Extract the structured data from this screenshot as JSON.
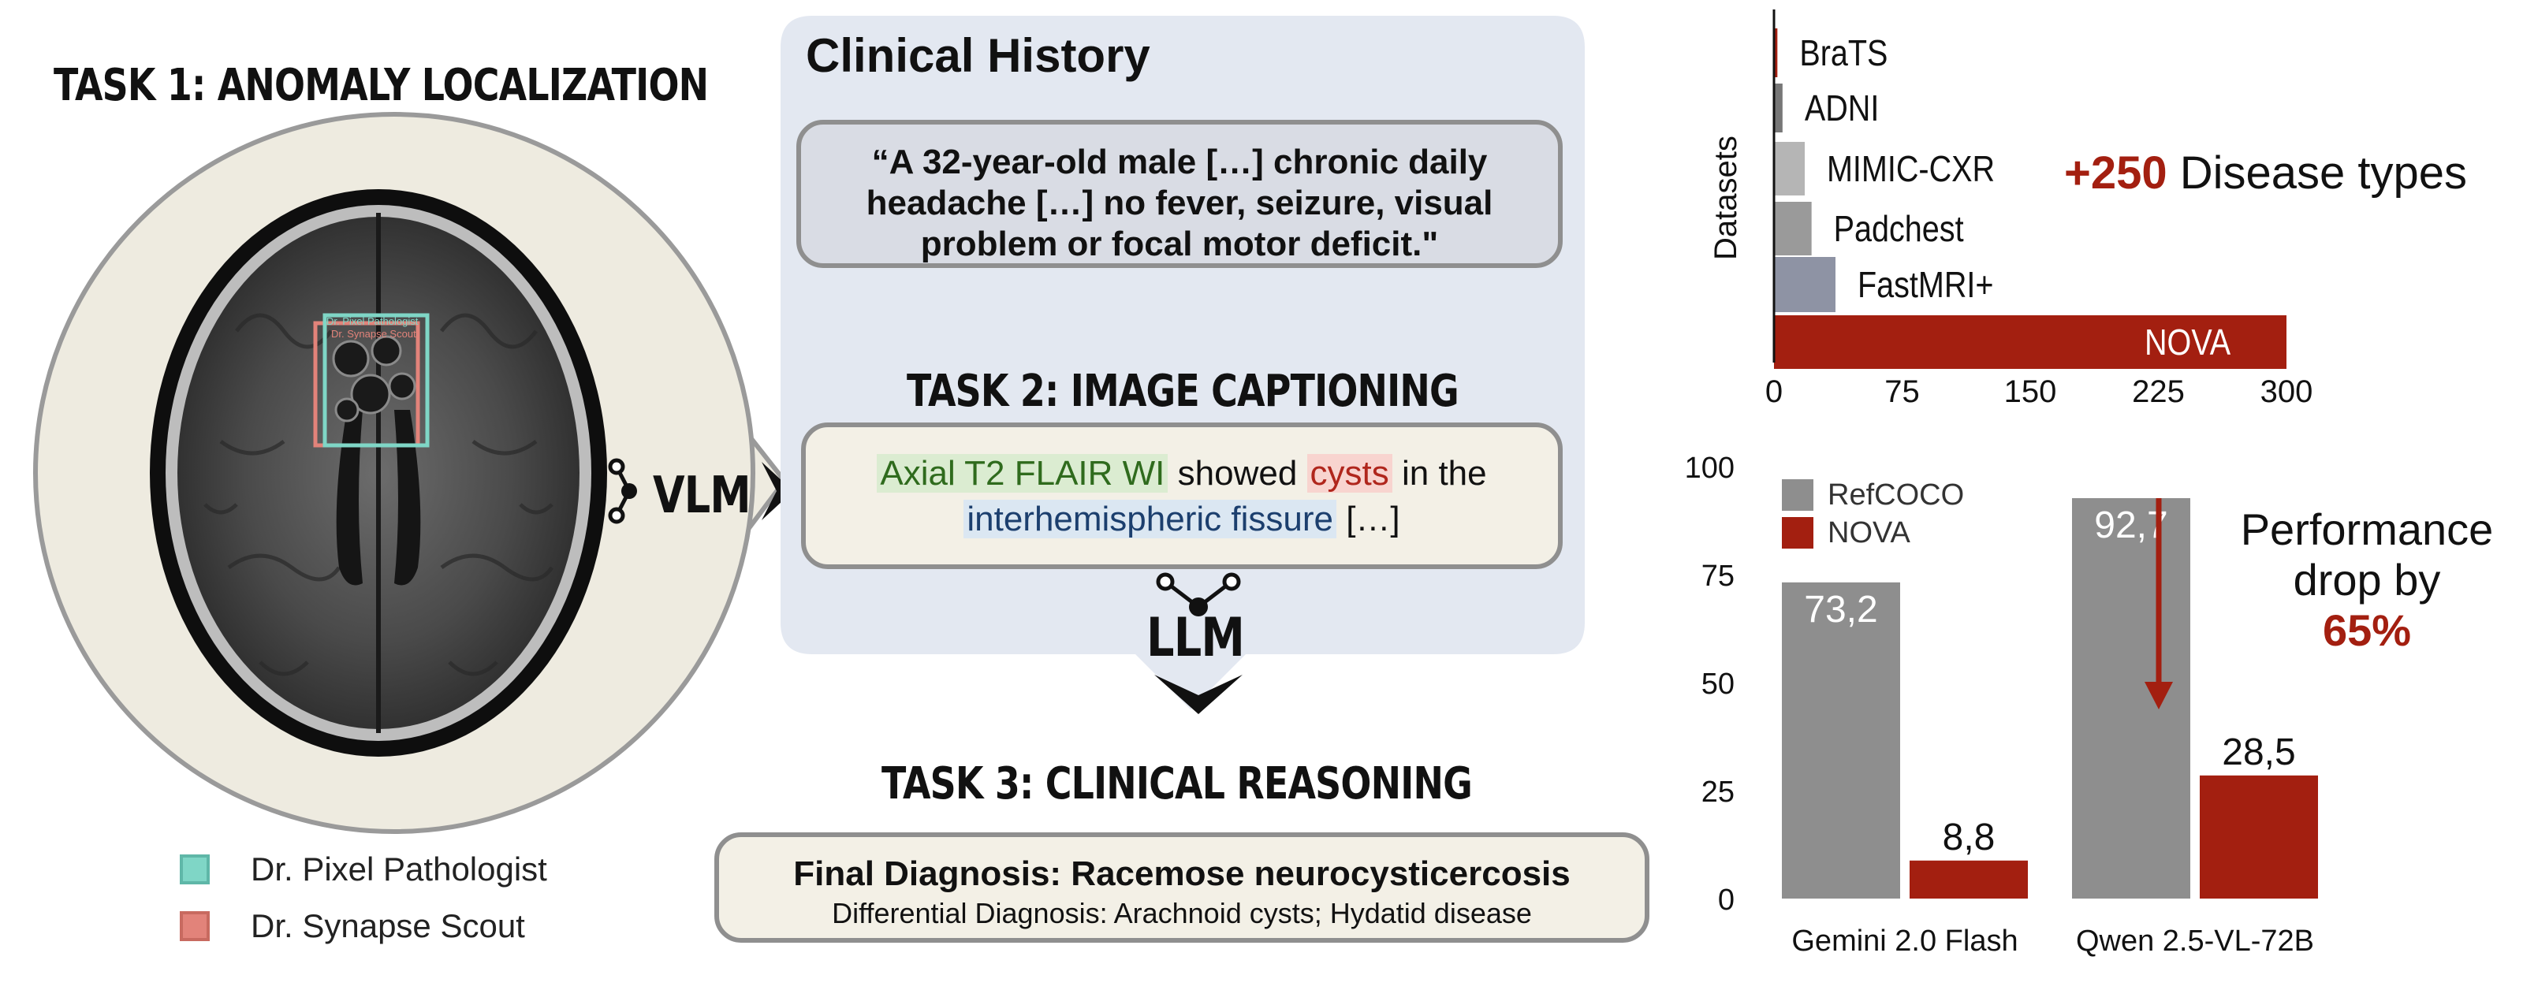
{
  "task1": {
    "num": "TASK 1:",
    "name": "ANOMALY LOCALIZATION"
  },
  "task2": {
    "num": "TASK 2:",
    "name": "IMAGE CAPTIONING"
  },
  "task3": {
    "num": "TASK 3:",
    "name": "CLINICAL REASONING"
  },
  "clinical_history": {
    "title": "Clinical History",
    "quote_lines": [
      "“A 32-year-old male […] chronic daily",
      "headache […] no fever, seizure, visual",
      "problem or focal motor deficit.\""
    ]
  },
  "caption": {
    "part1": "Axial T2 FLAIR WI",
    "part2": " showed ",
    "part3": "cysts",
    "part4": " in the",
    "part5": "interhemispheric fissure",
    "part6": " […]"
  },
  "vlm_label": "VLM",
  "llm_label": "LLM",
  "diagnosis": {
    "final": "Final Diagnosis: Racemose neurocysticercosis",
    "differential": "Differential Diagnosis: Arachnoid cysts; Hydatid disease"
  },
  "legend_boxes": [
    {
      "label": "Dr. Pixel Pathologist",
      "color": "#7fd6c6"
    },
    {
      "label": "Dr. Synapse Scout",
      "color": "#e2837a"
    }
  ],
  "bbox_tags": [
    "Dr. Pixel Pathologist",
    "Dr. Synapse Scout"
  ],
  "disease_types": {
    "value": "+250",
    "label": " Disease types"
  },
  "perf_drop": {
    "line1": "Performance",
    "line2": "drop by",
    "value": "65%"
  },
  "colors": {
    "nova_red": "#a31f10",
    "gray_bar": "#8e8e8e",
    "panel_blue": "#e3e8f1",
    "cream": "#f3f0e6"
  },
  "chart_data": [
    {
      "type": "bar",
      "orientation": "horizontal",
      "ylabel": "Datasets",
      "categories": [
        "BraTS",
        "ADNI",
        "MIMIC-CXR",
        "Padchest",
        "FastMRI+",
        "NOVA"
      ],
      "values": [
        2,
        5,
        18,
        22,
        36,
        300
      ],
      "xlim": [
        0,
        300
      ],
      "xticks": [
        "0",
        "75",
        "150",
        "225",
        "300"
      ]
    },
    {
      "type": "bar",
      "categories": [
        "Gemini 2.0 Flash",
        "Qwen 2.5-VL-72B"
      ],
      "series": [
        {
          "name": "RefCOCO",
          "values": [
            73.2,
            92.7
          ],
          "labels": [
            "73,2",
            "92,7"
          ]
        },
        {
          "name": "NOVA",
          "values": [
            8.8,
            28.5
          ],
          "labels": [
            "8,8",
            "28,5"
          ]
        }
      ],
      "ylim": [
        0,
        100
      ],
      "yticks": [
        "0",
        "25",
        "50",
        "75",
        "100"
      ]
    }
  ]
}
